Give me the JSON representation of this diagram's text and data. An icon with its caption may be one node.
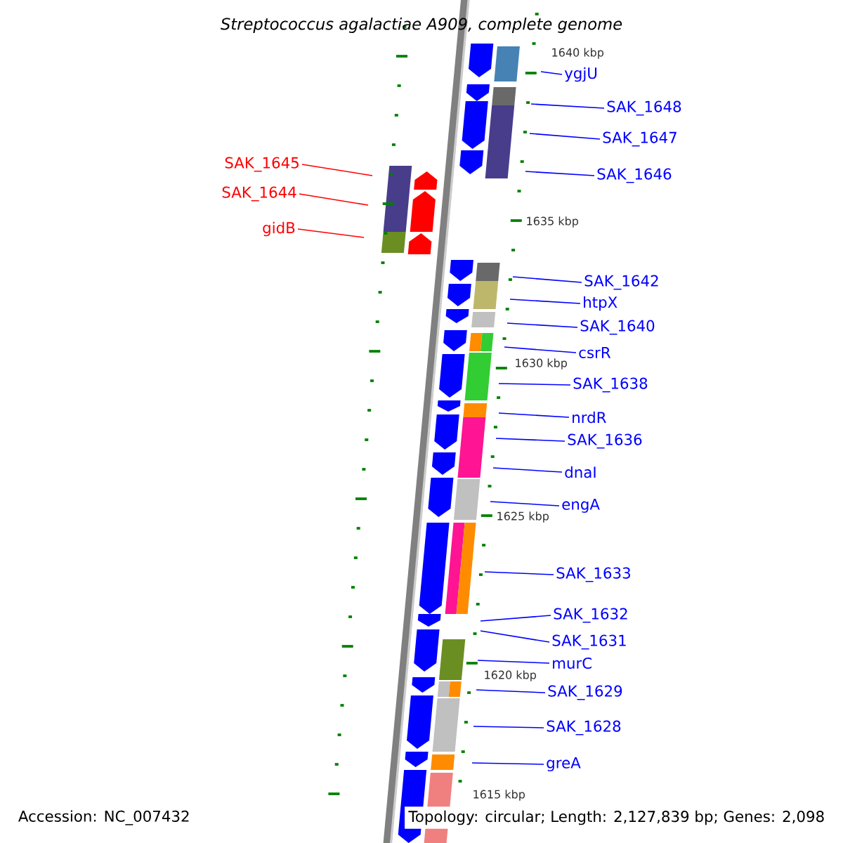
{
  "diagram": {
    "title": "Streptococcus agalactiae A909, complete genome",
    "nodes": [
      {
        "text": [
          "ygjU"
        ]
      },
      {
        "text": [
          "SAK_1648"
        ]
      },
      {
        "text": [
          "SAK_1647"
        ]
      },
      {
        "text": [
          "SAK_1646"
        ]
      },
      {
        "text": [
          "SAK_1645"
        ]
      },
      {
        "text": [
          "SAK_1644"
        ]
      },
      {
        "text": [
          "gidB"
        ]
      },
      {
        "text": [
          "SAK_1642"
        ]
      },
      {
        "text": [
          "htpX"
        ]
      },
      {
        "text": [
          "SAK_1640"
        ]
      },
      {
        "text": [
          "csrR"
        ]
      },
      {
        "text": [
          "SAK_1638"
        ]
      },
      {
        "text": [
          "nrdR"
        ]
      },
      {
        "text": [
          "SAK_1636"
        ]
      },
      {
        "text": [
          "dnaI"
        ]
      },
      {
        "text": [
          "engA"
        ]
      },
      {
        "text": [
          "SAK_1633"
        ]
      },
      {
        "text": [
          "SAK_1632"
        ]
      },
      {
        "text": [
          "SAK_1631"
        ]
      },
      {
        "text": [
          "murC"
        ]
      },
      {
        "text": [
          "SAK_1629"
        ]
      },
      {
        "text": [
          "SAK_1628"
        ]
      },
      {
        "text": [
          "greA"
        ]
      }
    ],
    "edges": [
      {
        "from": 0,
        "to": null,
        "arrow": "none"
      },
      {
        "from": 1,
        "to": null,
        "arrow": "none"
      },
      {
        "from": 2,
        "to": null,
        "arrow": "none"
      },
      {
        "from": 3,
        "to": null,
        "arrow": "none"
      },
      {
        "from": 4,
        "to": null,
        "arrow": "none",
        "color": "#ff0000"
      },
      {
        "from": 5,
        "to": null,
        "arrow": "none",
        "color": "#ff0000"
      },
      {
        "from": 6,
        "to": null,
        "arrow": "none",
        "color": "#ff0000"
      },
      {
        "from": 7,
        "to": null,
        "arrow": "none"
      },
      {
        "from": 8,
        "to": null,
        "arrow": "none"
      },
      {
        "from": 9,
        "to": null,
        "arrow": "none"
      },
      {
        "from": 10,
        "to": null,
        "arrow": "none"
      },
      {
        "from": 11,
        "to": null,
        "arrow": "none"
      },
      {
        "from": 12,
        "to": null,
        "arrow": "none"
      },
      {
        "from": 13,
        "to": null,
        "arrow": "none"
      },
      {
        "from": 14,
        "to": null,
        "arrow": "none"
      },
      {
        "from": 15,
        "to": null,
        "arrow": "none"
      },
      {
        "from": 16,
        "to": null,
        "arrow": "none"
      },
      {
        "from": 17,
        "to": null,
        "arrow": "none"
      },
      {
        "from": 18,
        "to": null,
        "arrow": "none"
      },
      {
        "from": 19,
        "to": null,
        "arrow": "none"
      },
      {
        "from": 20,
        "to": null,
        "arrow": "none"
      },
      {
        "from": 21,
        "to": null,
        "arrow": "none"
      },
      {
        "from": 22,
        "to": null,
        "arrow": "none"
      }
    ],
    "labels": [
      "1640 kbp",
      "1635 kbp",
      "1630 kbp",
      "1625 kbp",
      "1620 kbp",
      "1615 kbp",
      "Accession: NC_007432",
      "Topology: circular; Length: 2,127,839 bp; Genes: 2,098"
    ]
  }
}
